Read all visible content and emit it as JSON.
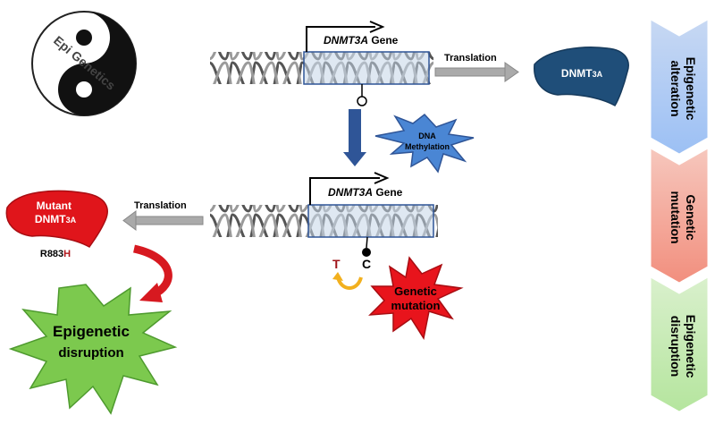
{
  "yin_yang": {
    "text": "Epi Genetics"
  },
  "gene_top": {
    "name": "DNMT3A",
    "suffix": " Gene"
  },
  "gene_bottom": {
    "name": "DNMT3A",
    "suffix": " Gene"
  },
  "translation_top": "Translation",
  "translation_bottom": "Translation",
  "protein_normal": {
    "main": "DNMT",
    "sub": "3A"
  },
  "protein_mutant": {
    "line1": "Mutant",
    "line2_main": "DNMT",
    "line2_sub": "3A"
  },
  "mutation_code": {
    "prefix": "R883",
    "suffix": "H"
  },
  "methylation_star": {
    "line1": "DNA",
    "line2": "Methylation"
  },
  "base_change": {
    "from": "T",
    "to": "C"
  },
  "genetic_mutation_star": {
    "line1": "Genetic",
    "line2": "mutation"
  },
  "epigenetic_disruption_star": {
    "line1": "Epigenetic",
    "line2": "disruption"
  },
  "side_chevrons": [
    {
      "line1": "Epigenetic",
      "line2": "alteration",
      "color_top": "#c7d8f3",
      "color_bottom": "#9cc0f4"
    },
    {
      "line1": "Genetic",
      "line2": "mutation",
      "color_top": "#f6c7bd",
      "color_bottom": "#f28f7e"
    },
    {
      "line1": "Epigenetic",
      "line2": "disruption",
      "color_top": "#d9f0cc",
      "color_bottom": "#b5e59e"
    }
  ],
  "colors": {
    "protein_blue": "#1f4e79",
    "protein_red": "#e0151b",
    "star_blue": "#4a86d4",
    "star_red": "#e8141c",
    "star_green": "#7cc94e",
    "arrow_gray": "#9a9a9a",
    "arrow_blue": "#2f5597",
    "gene_box": "#c5d5e8"
  }
}
